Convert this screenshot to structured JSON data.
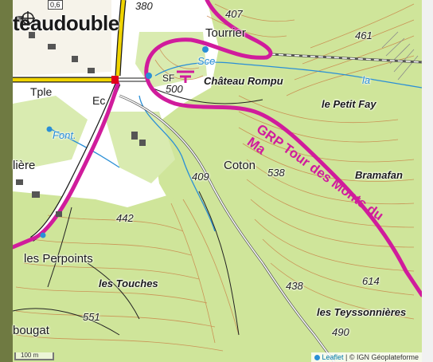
{
  "map": {
    "place_labels": {
      "teaudouble": "teaudouble",
      "tourrier": "Tourrier",
      "chateau_rompu": "Château Rompu",
      "le_petit_fay": "le Petit Fay",
      "tple": "Tple",
      "ec": "Ec",
      "font": "Font.",
      "coton": "Coton",
      "bramafan": "Bramafan",
      "liere": "lière",
      "les_perpoints": "les Perpoints",
      "les_touches": "les Touches",
      "les_teyssonnieres": "les Teyssonnières",
      "bougat": "bougat",
      "sce": "Sce",
      "la": "la",
      "road_number": "0,6",
      "sf": "SF",
      "hiking_route": "GRP Tour des Monts du Ma"
    },
    "elevations": {
      "e380": "380",
      "e407": "407",
      "e461": "461",
      "e500": "500",
      "e538": "538",
      "e409": "409",
      "e442": "442",
      "e438": "438",
      "e614": "614",
      "e551": "551",
      "e490": "490"
    },
    "colors": {
      "forest": "#cfe59a",
      "forest_dark": "#b7d27a",
      "contour": "#c9864a",
      "trail": "#d01c9c",
      "road_main": "#f0d400",
      "road_outline": "#1a1a1a",
      "water": "#2a8fd6"
    }
  },
  "scale": {
    "label": "100 m"
  },
  "attribution": {
    "leaflet": "Leaflet",
    "separator": " | © IGN Géoplateforme"
  },
  "markers": {
    "marker_icon": "location-pin-icon"
  }
}
